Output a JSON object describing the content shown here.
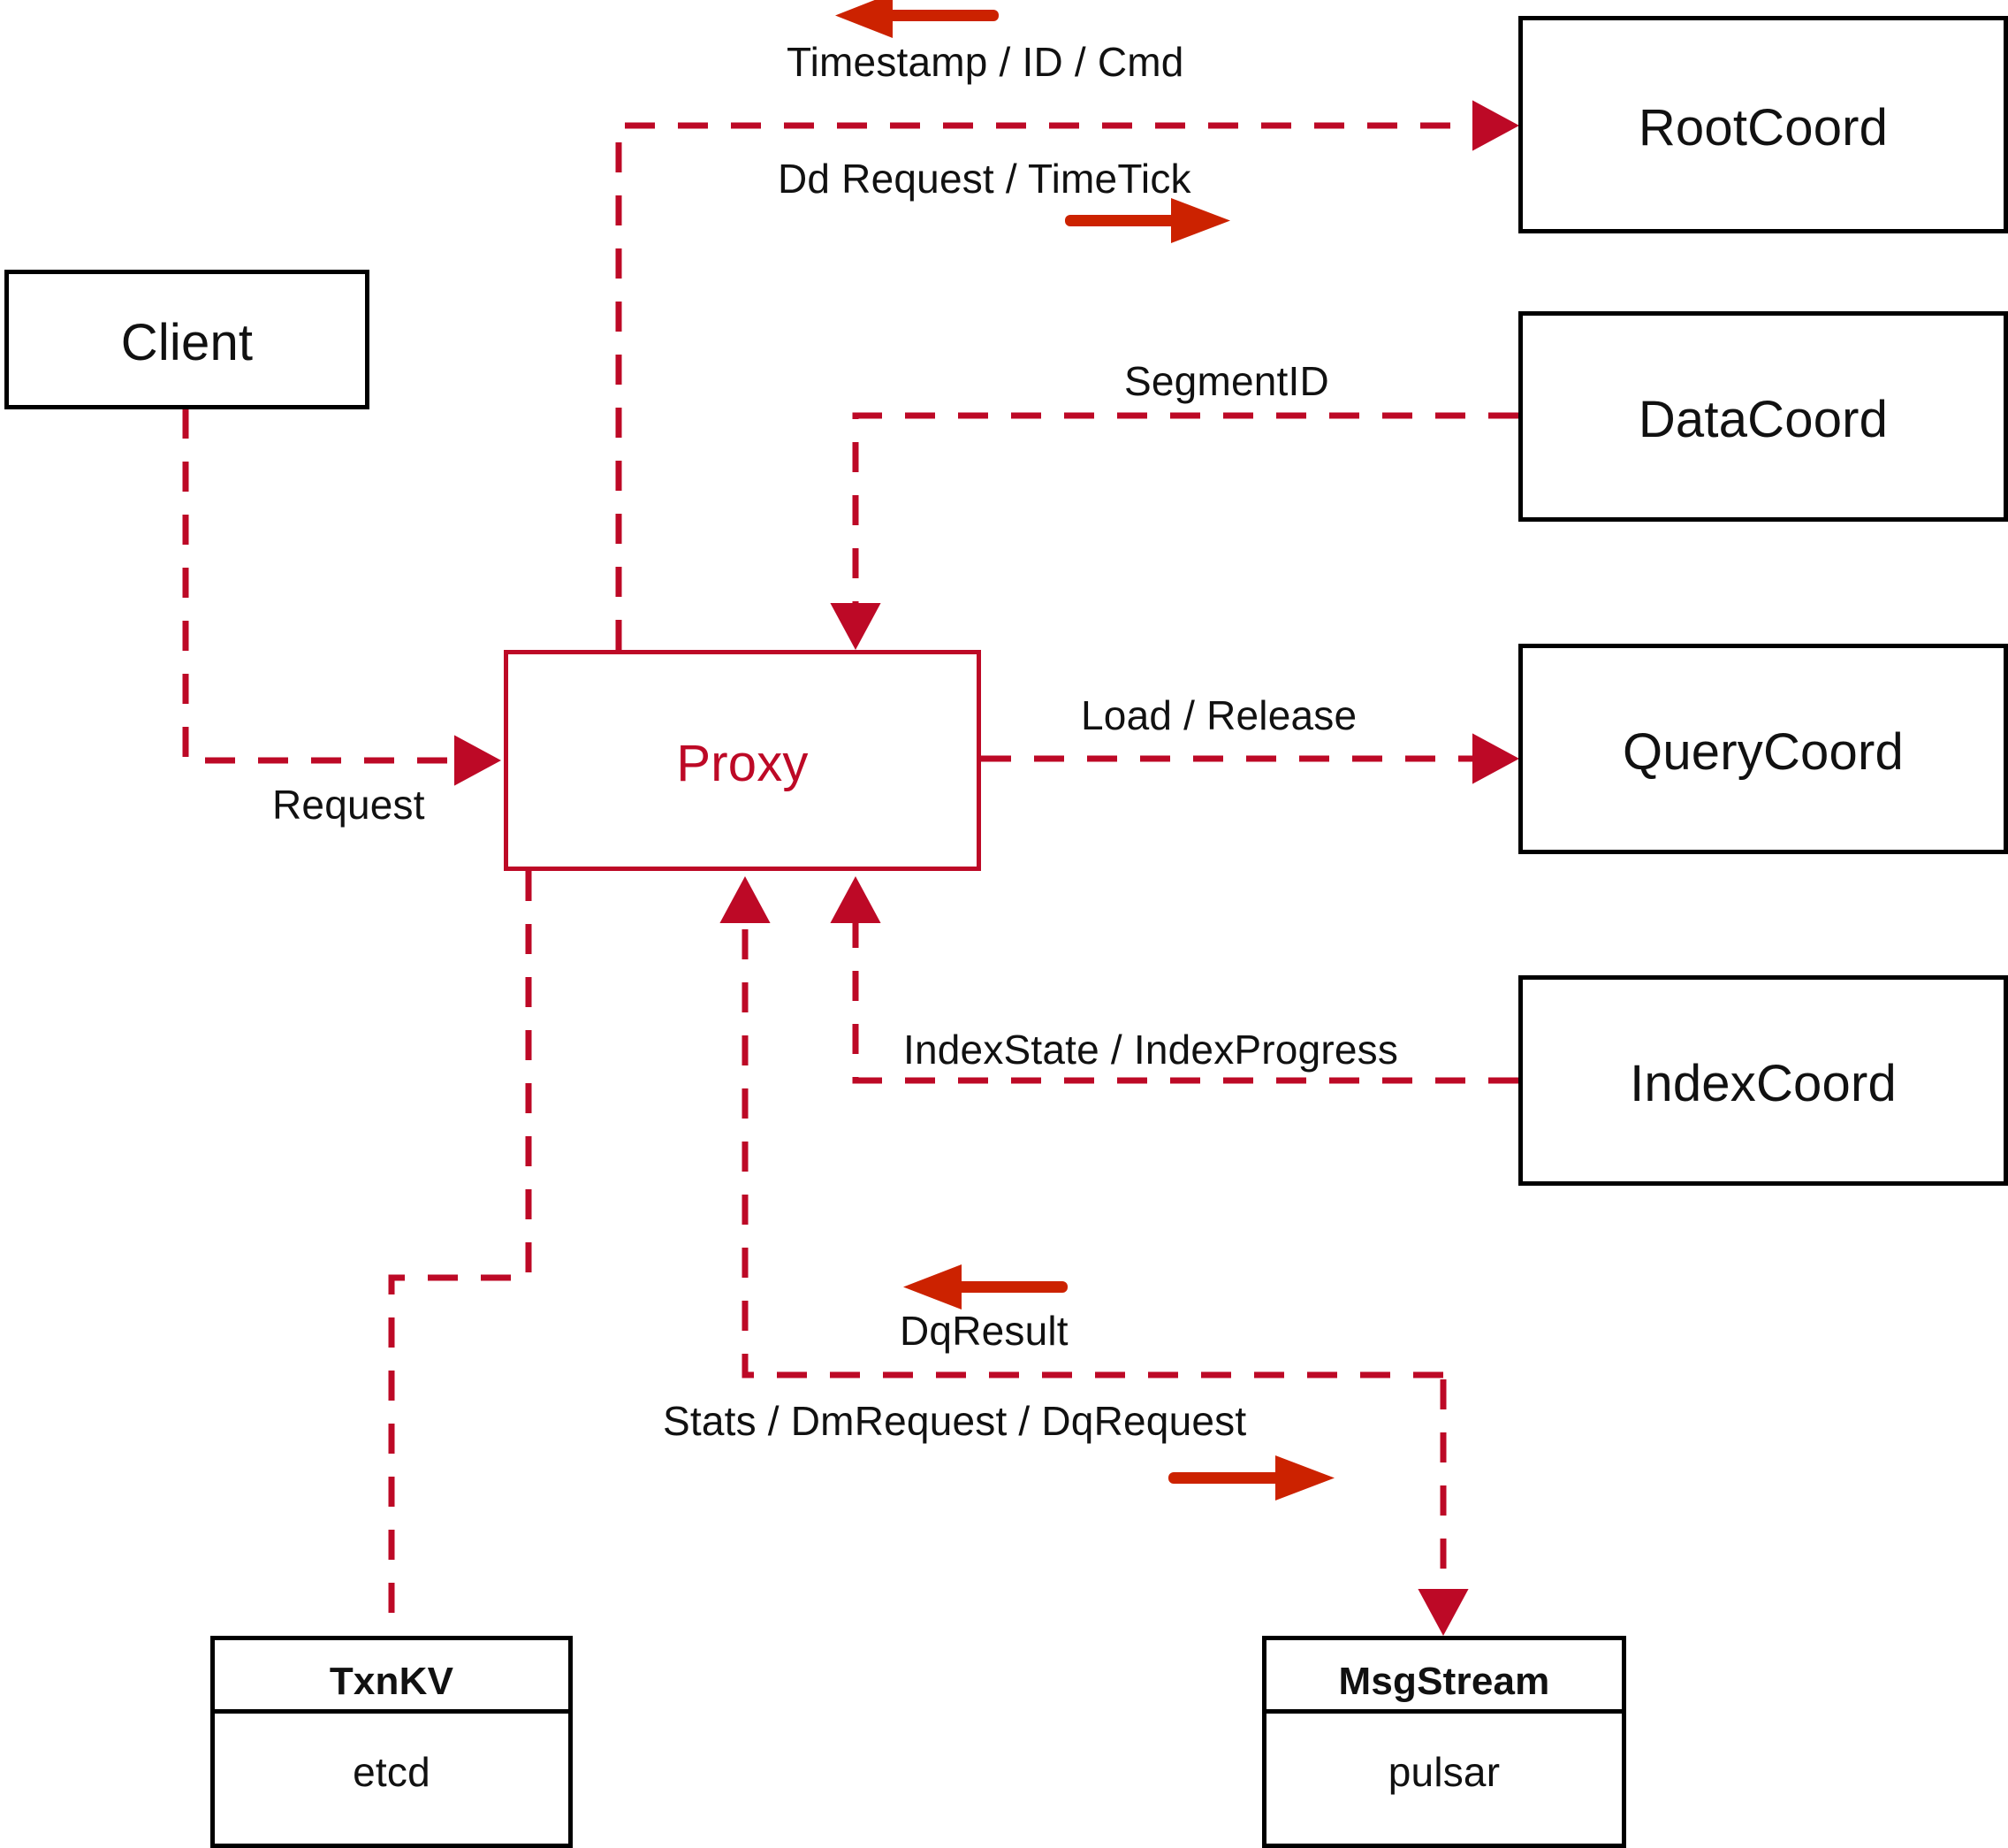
{
  "diagram": {
    "title": "Milvus Proxy component interaction diagram",
    "colors": {
      "dashed_line": "#BD0926",
      "solid_arrow": "#CC2200",
      "box_border": "#000000",
      "proxy_border": "#BD0926",
      "text": "#111111",
      "background": "#FFFFFF"
    },
    "nodes": {
      "client": {
        "label": "Client"
      },
      "proxy": {
        "label": "Proxy"
      },
      "root_coord": {
        "label": "RootCoord"
      },
      "data_coord": {
        "label": "DataCoord"
      },
      "query_coord": {
        "label": "QueryCoord"
      },
      "index_coord": {
        "label": "IndexCoord"
      },
      "txnkv": {
        "title": "TxnKV",
        "impl": "etcd"
      },
      "msgstream": {
        "title": "MsgStream",
        "impl": "pulsar"
      }
    },
    "edge_labels": {
      "timestamp_id_cmd": "Timestamp / ID / Cmd",
      "dd_request_timetick": "Dd Request / TimeTick",
      "segment_id": "SegmentID",
      "request": "Request",
      "load_release": "Load / Release",
      "index_state_progress": "IndexState / IndexProgress",
      "dq_result": "DqResult",
      "stats_dm_dq_request": "Stats / DmRequest / DqRequest"
    },
    "legend_arrows": [
      {
        "name": "timestamp-return-arrow",
        "direction": "left"
      },
      {
        "name": "dd-request-send-arrow",
        "direction": "right"
      },
      {
        "name": "dq-result-return-arrow",
        "direction": "left"
      },
      {
        "name": "stats-request-send-arrow",
        "direction": "right"
      }
    ]
  }
}
